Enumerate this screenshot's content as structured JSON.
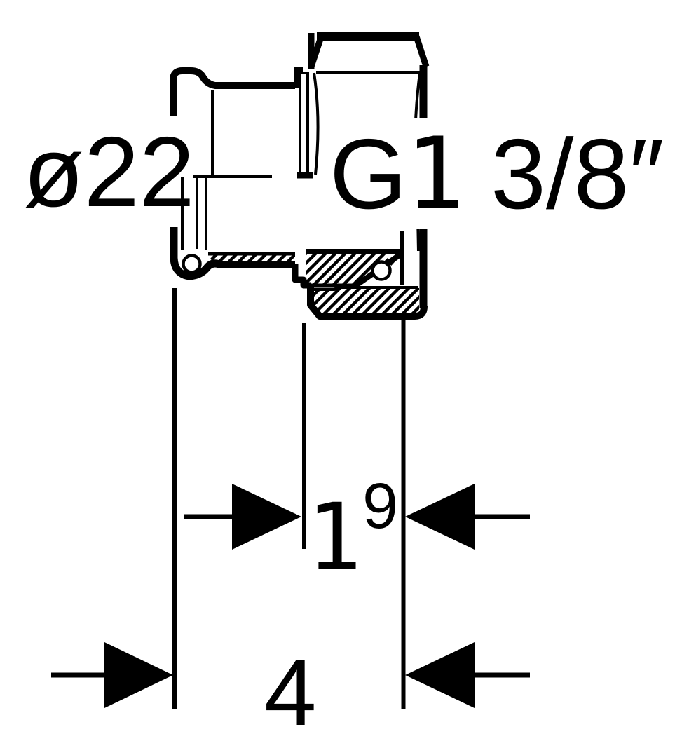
{
  "diagram": {
    "type": "technical-drawing",
    "description": "Cross-section of a press-fit pipe adapter with union nut, O-ring seal and dimension lines",
    "background_color": "#ffffff",
    "line_color": "#000000",
    "labels": {
      "diameter": "ø22",
      "thread": "G1 3/8″",
      "dimension_middle": "19",
      "dimension_bottom": "4"
    },
    "render": {
      "diameter": "ø22",
      "thread_G": "G",
      "thread_1": "1",
      "thread_rest": "3/8″",
      "dim19_1": "1",
      "dim19_9": "9",
      "dim4": "4"
    }
  }
}
